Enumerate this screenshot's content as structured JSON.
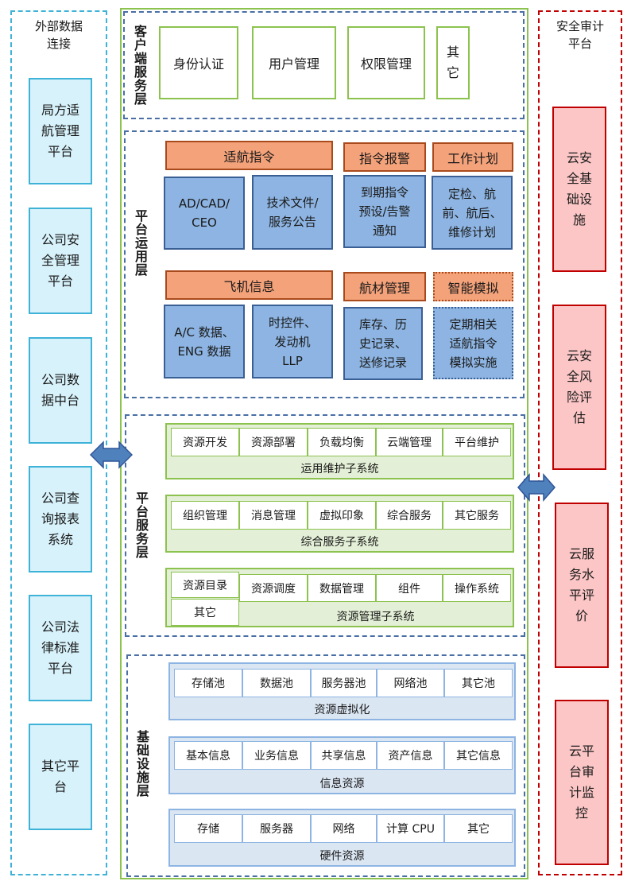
{
  "left_column": {
    "title": "外部数据\n连接",
    "items": [
      "局方适\n航管理\n平台",
      "公司安\n全管理\n平台",
      "公司数\n据中台",
      "公司查\n询报表\n系统",
      "公司法\n律标准\n平台",
      "其它平\n台"
    ]
  },
  "right_column": {
    "title": "安全审计\n平台",
    "items": [
      "云安\n全基\n础设\n施",
      "云安\n全风\n险评\n估",
      "云服\n务水\n平评\n价",
      "云平\n台审\n计监\n控"
    ]
  },
  "client_layer": {
    "title": "客户端服务层",
    "items": [
      "身份认证",
      "用户管理",
      "权限管理",
      "其\n它"
    ]
  },
  "ops_layer": {
    "title": "平台运用层",
    "headers": [
      "适航指令",
      "指令报警",
      "工作计划",
      "飞机信息",
      "航材管理",
      "智能模拟"
    ],
    "boxes": [
      "AD/CAD/\nCEO",
      "技术文件/\n服务公告",
      "到期指令\n预设/告警\n通知",
      "定检、航\n前、航后、\n维修计划",
      "A/C 数据、\nENG 数据",
      "时控件、\n发动机\nLLP",
      "库存、历\n史记录、\n送修记录",
      "定期相关\n适航指令\n模拟实施"
    ]
  },
  "service_layer": {
    "title": "平台服务层",
    "subsystems": [
      {
        "caption": "运用维护子系统",
        "cells": [
          "资源开发",
          "资源部署",
          "负载均衡",
          "云端管理",
          "平台维护"
        ]
      },
      {
        "caption": "综合服务子系统",
        "cells": [
          "组织管理",
          "消息管理",
          "虚拟印象",
          "综合服务",
          "其它服务"
        ]
      },
      {
        "caption": "资源管理子系统",
        "cells": [
          "资源目录",
          "其它",
          "资源调度",
          "数据管理",
          "组件",
          "操作系统"
        ]
      }
    ]
  },
  "infra_layer": {
    "title": "基础设施层",
    "groups": [
      {
        "caption": "资源虚拟化",
        "cells": [
          "存储池",
          "数据池",
          "服务器池",
          "网络池",
          "其它池"
        ]
      },
      {
        "caption": "信息资源",
        "cells": [
          "基本信息",
          "业务信息",
          "共享信息",
          "资产信息",
          "其它信息"
        ]
      },
      {
        "caption": "硬件资源",
        "cells": [
          "存储",
          "服务器",
          "网络",
          "计算 CPU",
          "其它"
        ]
      }
    ]
  },
  "colors": {
    "left_border": "#3fb2d8",
    "right_border": "#c00000",
    "main_border": "#8cc24e",
    "arrow_fill": "#4f81bd"
  }
}
